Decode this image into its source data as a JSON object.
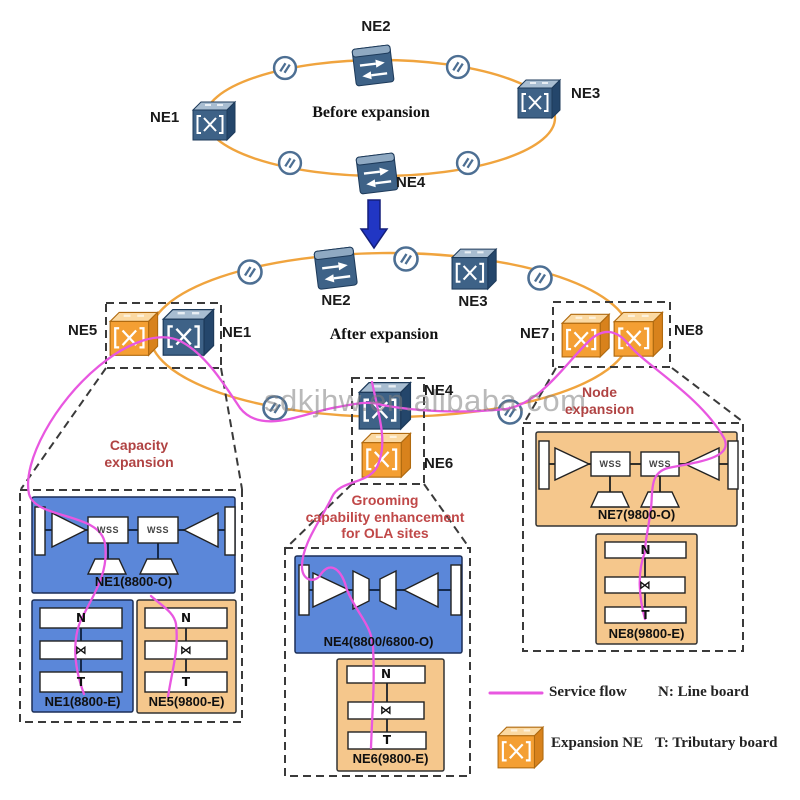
{
  "watermark": "sdkjhw.en.alibaba.com",
  "titles": {
    "before": "Before expansion",
    "after": "After expansion"
  },
  "ring_before": {
    "ne1": "NE1",
    "ne2": "NE2",
    "ne3": "NE3",
    "ne4": "NE4"
  },
  "ring_after": {
    "ne1": "NE1",
    "ne2": "NE2",
    "ne3": "NE3",
    "ne4": "NE4",
    "ne5": "NE5",
    "ne6": "NE6",
    "ne7": "NE7",
    "ne8": "NE8"
  },
  "annotations": {
    "capacity": {
      "line1": "Capacity",
      "line2": "expansion"
    },
    "grooming": {
      "line1": "Grooming",
      "line2": "capability enhancement",
      "line3": "for OLA sites"
    },
    "node": {
      "line1": "Node",
      "line2": "expansion"
    }
  },
  "boards": {
    "cap_o": {
      "label": "NE1(8800-O)",
      "wss1": "WSS",
      "wss2": "WSS"
    },
    "cap_e1": {
      "label": "NE1(8800-E)",
      "slots": [
        "N",
        "⋈",
        "T"
      ]
    },
    "cap_e5": {
      "label": "NE5(9800-E)",
      "slots": [
        "N",
        "⋈",
        "T"
      ]
    },
    "gro_o": {
      "label": "NE4(8800/6800-O)"
    },
    "gro_e6": {
      "label": "NE6(9800-E)",
      "slots": [
        "N",
        "⋈",
        "T"
      ]
    },
    "node_o": {
      "label": "NE7(9800-O)",
      "wss1": "WSS",
      "wss2": "WSS"
    },
    "node_e8": {
      "label": "NE8(9800-E)",
      "slots": [
        "N",
        "⋈",
        "T"
      ]
    }
  },
  "legend": {
    "service_flow": "Service flow",
    "n_board": "N: Line board",
    "expansion_ne": "Expansion NE",
    "t_board": "T: Tributary board"
  },
  "colors": {
    "ring": "#f0a43e",
    "service_flow": "#e857e0",
    "blue_board": "#5b87d9",
    "orange_board": "#f5c78c",
    "blue_node": "#3e6287",
    "orange_node": "#f49f33",
    "annotation_red": "#b04343",
    "arrow_blue": "#2136c4"
  }
}
